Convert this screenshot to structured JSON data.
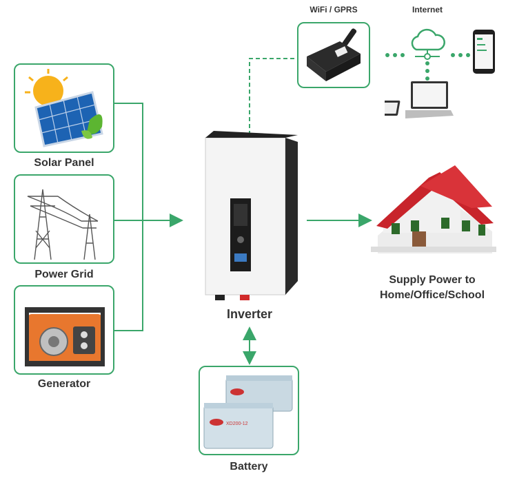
{
  "sources": [
    {
      "label": "Solar Panel",
      "icon": "solar-panel-icon"
    },
    {
      "label": "Power Grid",
      "icon": "power-tower-icon"
    },
    {
      "label": "Generator",
      "icon": "generator-icon"
    }
  ],
  "inverter": {
    "label": "Inverter",
    "icon": "inverter-icon"
  },
  "battery": {
    "label": "Battery",
    "icon": "battery-icon",
    "brand": "XD200-12"
  },
  "output": {
    "label_line1": "Supply Power to",
    "label_line2": "Home/Office/School",
    "icon": "house-icon"
  },
  "monitoring": {
    "wifi_label": "WiFi / GPRS",
    "internet_label": "Internet",
    "wifi_icon": "wifi-dongle-icon",
    "cloud_icon": "cloud-icon",
    "phone_icon": "phone-icon",
    "laptop_icon": "laptop-icon"
  },
  "colors": {
    "accent": "#3aa66a",
    "text": "#333333"
  }
}
